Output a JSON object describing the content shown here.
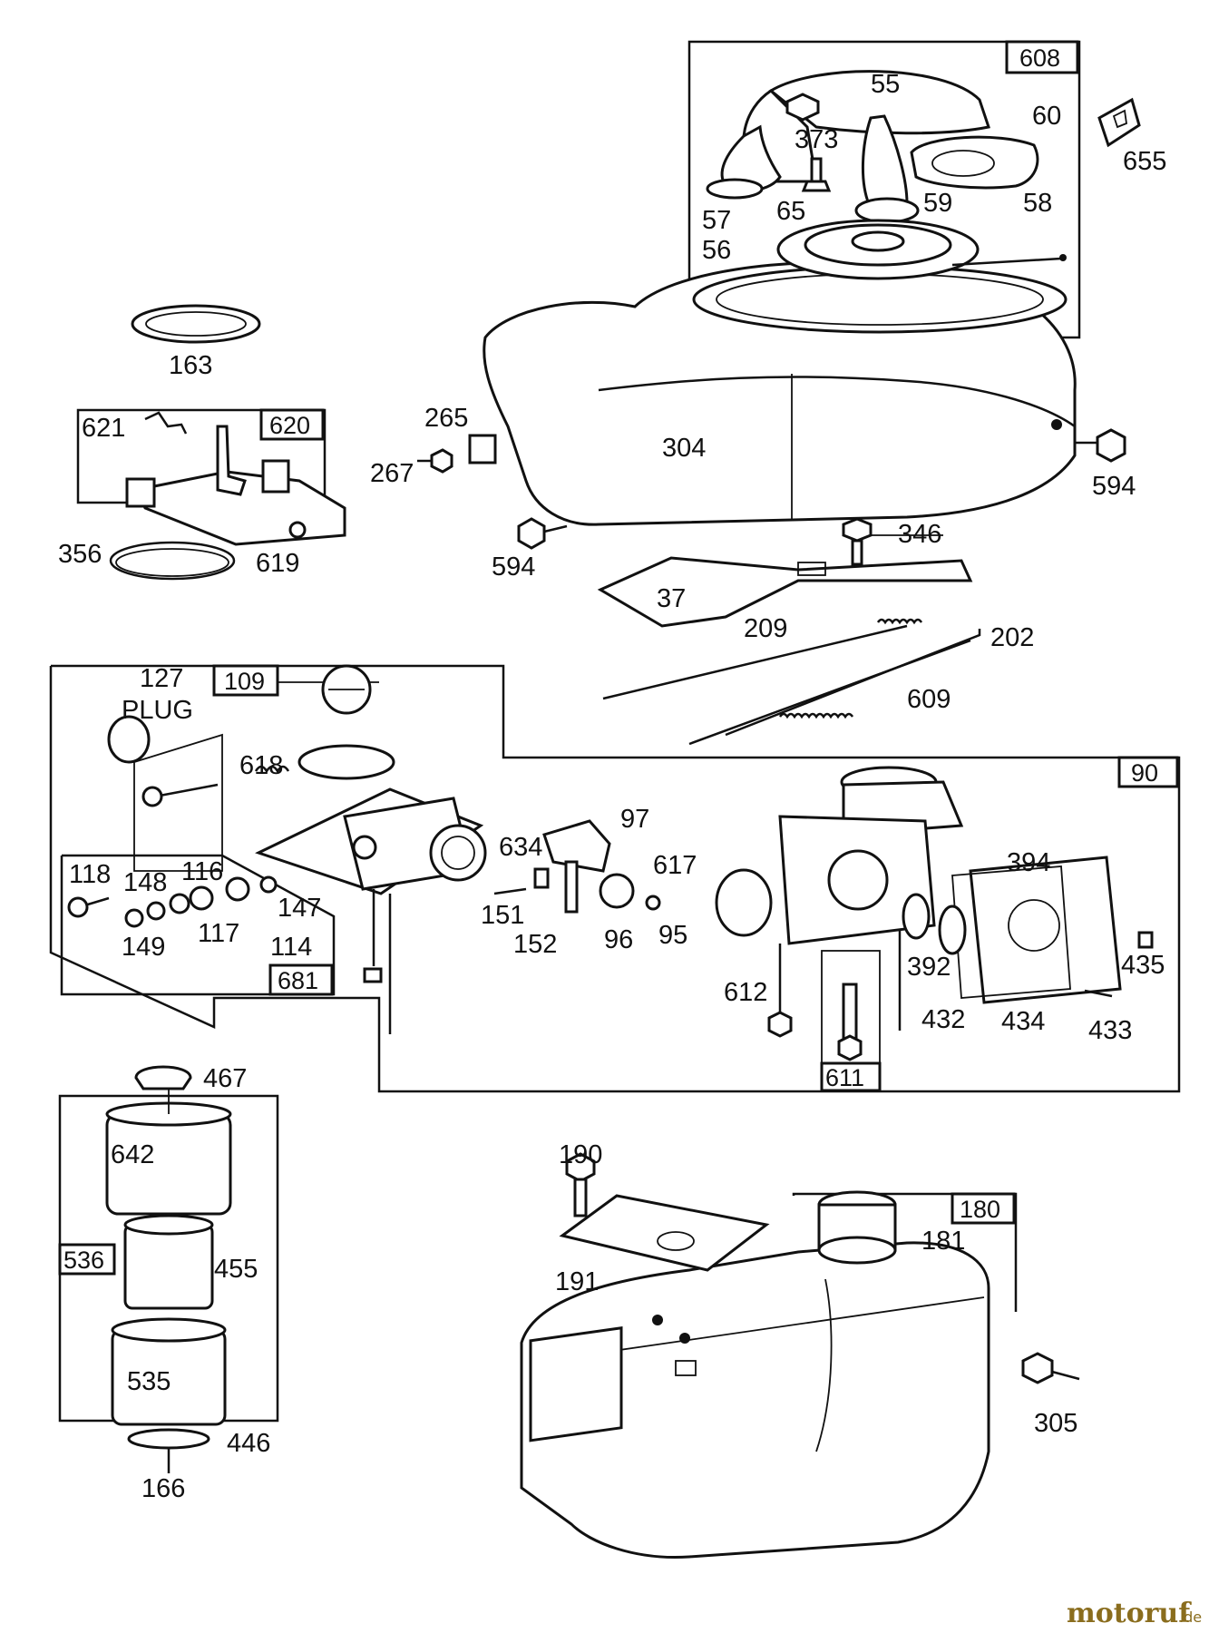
{
  "diagram": {
    "callouts": {
      "c55": "55",
      "c60": "60",
      "c373": "373",
      "c59": "59",
      "c58": "58",
      "c65": "65",
      "c57": "57",
      "c56": "56",
      "c655": "655",
      "c163": "163",
      "c265": "265",
      "c304": "304",
      "c267": "267",
      "c594a": "594",
      "c594b": "594",
      "c346": "346",
      "c621": "621",
      "c356": "356",
      "c619": "619",
      "c37": "37",
      "c209": "209",
      "c202": "202",
      "c609": "609",
      "c127": "127",
      "plug": "PLUG",
      "c618": "618",
      "c97": "97",
      "c634": "634",
      "c617": "617",
      "c394": "394",
      "c118": "118",
      "c148": "148",
      "c116": "116",
      "c147": "147",
      "c149": "149",
      "c117": "117",
      "c114": "114",
      "c151": "151",
      "c152": "152",
      "c96": "96",
      "c95": "95",
      "c392": "392",
      "c435": "435",
      "c612": "612",
      "c432": "432",
      "c434": "434",
      "c433": "433",
      "c467": "467",
      "c642": "642",
      "c455": "455",
      "c535": "535",
      "c446": "446",
      "c166": "166",
      "c190": "190",
      "c181": "181",
      "c191": "191",
      "c305": "305"
    },
    "boxes": {
      "b608": "608",
      "b620": "620",
      "b109": "109",
      "b90": "90",
      "b681": "681",
      "b611": "611",
      "b536": "536",
      "b180": "180"
    },
    "watermark": {
      "brand": "motoruf",
      "suffix": ".de"
    }
  }
}
